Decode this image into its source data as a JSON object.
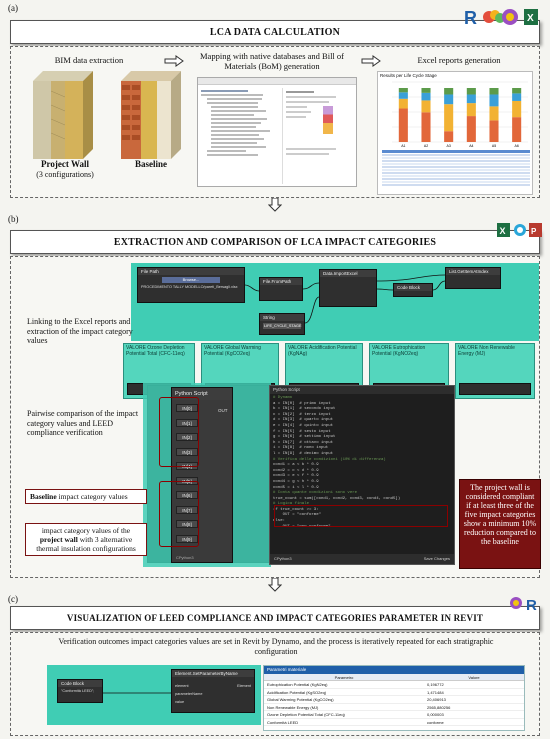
{
  "sections": {
    "a": {
      "label": "(a)",
      "title": "LCA DATA CALCULATION",
      "steps": [
        "BIM data extraction",
        "Mapping with native databases and Bill of Materials (BoM) generation",
        "Excel reports generation"
      ],
      "wall_labels": {
        "project": "Project Wall",
        "project_sub": "(3 configurations)",
        "baseline": "Baseline"
      },
      "chart_title": "Results per Life Cycle Stage"
    },
    "b": {
      "label": "(b)",
      "title": "EXTRACTION AND COMPARISON OF LCA IMPACT CATEGORIES",
      "linking_text": "Linking to the Excel reports and extraction of the impact category values",
      "pairwise_text": "Pairwise comparison of the impact category values and LEED compliance verification",
      "baseline_callout_bold": "Baseline",
      "baseline_callout_rest": " impact category values",
      "project_callout_pre": "impact category values of the ",
      "project_callout_bold": "project wall",
      "project_callout_post": " with 3 alternative thermal insulation configurations",
      "compliance_note": "The project wall is considered compliant if at least three of the five impact categories show a minimum 10% reduction compared to the baseline",
      "nodes": {
        "file_path": "File Path",
        "file_from_path": "File.FromPath",
        "data_import": "Data.ImportExcel",
        "code_block": "Code Block",
        "list_getitem": "List.GetItemAtIndex",
        "string": "String",
        "string_value": "LIFE_CYCLE_STAGE",
        "file_path_value": "PROCEDIMENTO TALLY MODELLO/pareti_Bersagli.xlsx",
        "browse": "Browse...",
        "python_script": "Python Script",
        "python_editor": "Python Script",
        "inputs": [
          "IN[0]",
          "IN[1]",
          "IN[2]",
          "IN[3]",
          "IN[4]",
          "IN[5]",
          "IN[6]",
          "IN[7]",
          "IN[8]",
          "IN[9]"
        ],
        "out": "OUT",
        "engine": "CPython3",
        "save": "Save Changes"
      },
      "value_nodes": [
        "VALORE Ozone Depletion Potential Total (CFC-11eq)",
        "VALORE Global Warming Potential (KgCO2eq)",
        "VALORE Acidification Potential (KgNAg)",
        "VALORE Eutrophication Potential (KgNO2eq)",
        "VALORE Non Renewable Energy (MJ)"
      ],
      "code_lines": [
        "# Dynamo",
        "a = IN[0]  # primo input",
        "b = IN[1]  # secondo input",
        "c = IN[2]  # terzo input",
        "d = IN[3]  # quarto input",
        "e = IN[4]  # quinto input",
        "f = IN[5]  # sesto input",
        "g = IN[6]  # settimo input",
        "h = IN[7]  # ottavo input",
        "i = IN[8]  # nono input",
        "l = IN[9]  # decimo input",
        "",
        "# Verifica delle condizioni (10% di differenza)",
        "cond1 = a < b * 0.9",
        "cond2 = c < d * 0.9",
        "cond3 = e < f * 0.9",
        "cond4 = g < h * 0.9",
        "cond5 = i < l * 0.9",
        "",
        "# Conta quante condizioni sono vere",
        "true_count = sum([cond1, cond2, cond3, cond4, cond5])",
        "",
        "# Logica finale",
        "if true_count >= 3:",
        "    OUT = \"conforme\"",
        "else:",
        "    OUT = \"non conforme\""
      ]
    },
    "c": {
      "label": "(c)",
      "title": "VISUALIZATION OF LEED COMPLIANCE AND IMPACT CATEGORIES PARAMETER IN REVIT",
      "description": "Verification outcomes impact categories values are set in Revit by Dynamo, and the process is iteratively repeated for each stratigraphic configuration",
      "nodes": {
        "code_block": "Code Block",
        "code_value": "\"Conformità LEED\";",
        "setparam": "Element.SetParameterByName",
        "ports": [
          "element",
          "parameterName",
          "value"
        ],
        "out": "Element"
      },
      "param_panel": {
        "header": "Parametri materiale",
        "col_param": "Parametro",
        "col_value": "Valore",
        "rows": [
          [
            "Eutrophication Potential (KgN2eq)",
            "0,196772"
          ],
          [
            "Acidification Potential (KgSO2eq)",
            "1,471484"
          ],
          [
            "Global Warming Potential (KgCO2eq)",
            "20,406913"
          ],
          [
            "Non Renewable Energy (MJ)",
            "2565,880256"
          ],
          [
            "Ozone Depletion Potential Total (CFC-11eq)",
            "0,000003"
          ],
          [
            "Conformità LEED",
            "conforme"
          ]
        ]
      }
    }
  },
  "colors": {
    "teal": "#40cdb4",
    "dark_red": "#7a1212",
    "excel_green": "#1d6f42",
    "revit_blue": "#1f5fa8"
  },
  "chart_data": {
    "type": "bar",
    "title": "Results per Life Cycle Stage",
    "categories": [
      "A1",
      "A2",
      "A3",
      "A4",
      "A5",
      "A6"
    ],
    "stacked": true,
    "series": [
      {
        "values": [
          62,
          55,
          20,
          48,
          40,
          46
        ]
      },
      {
        "values": [
          18,
          22,
          50,
          24,
          26,
          30
        ]
      },
      {
        "values": [
          12,
          14,
          18,
          16,
          22,
          14
        ]
      },
      {
        "values": [
          8,
          9,
          12,
          12,
          12,
          10
        ]
      }
    ],
    "ylim": [
      0,
      100
    ]
  }
}
